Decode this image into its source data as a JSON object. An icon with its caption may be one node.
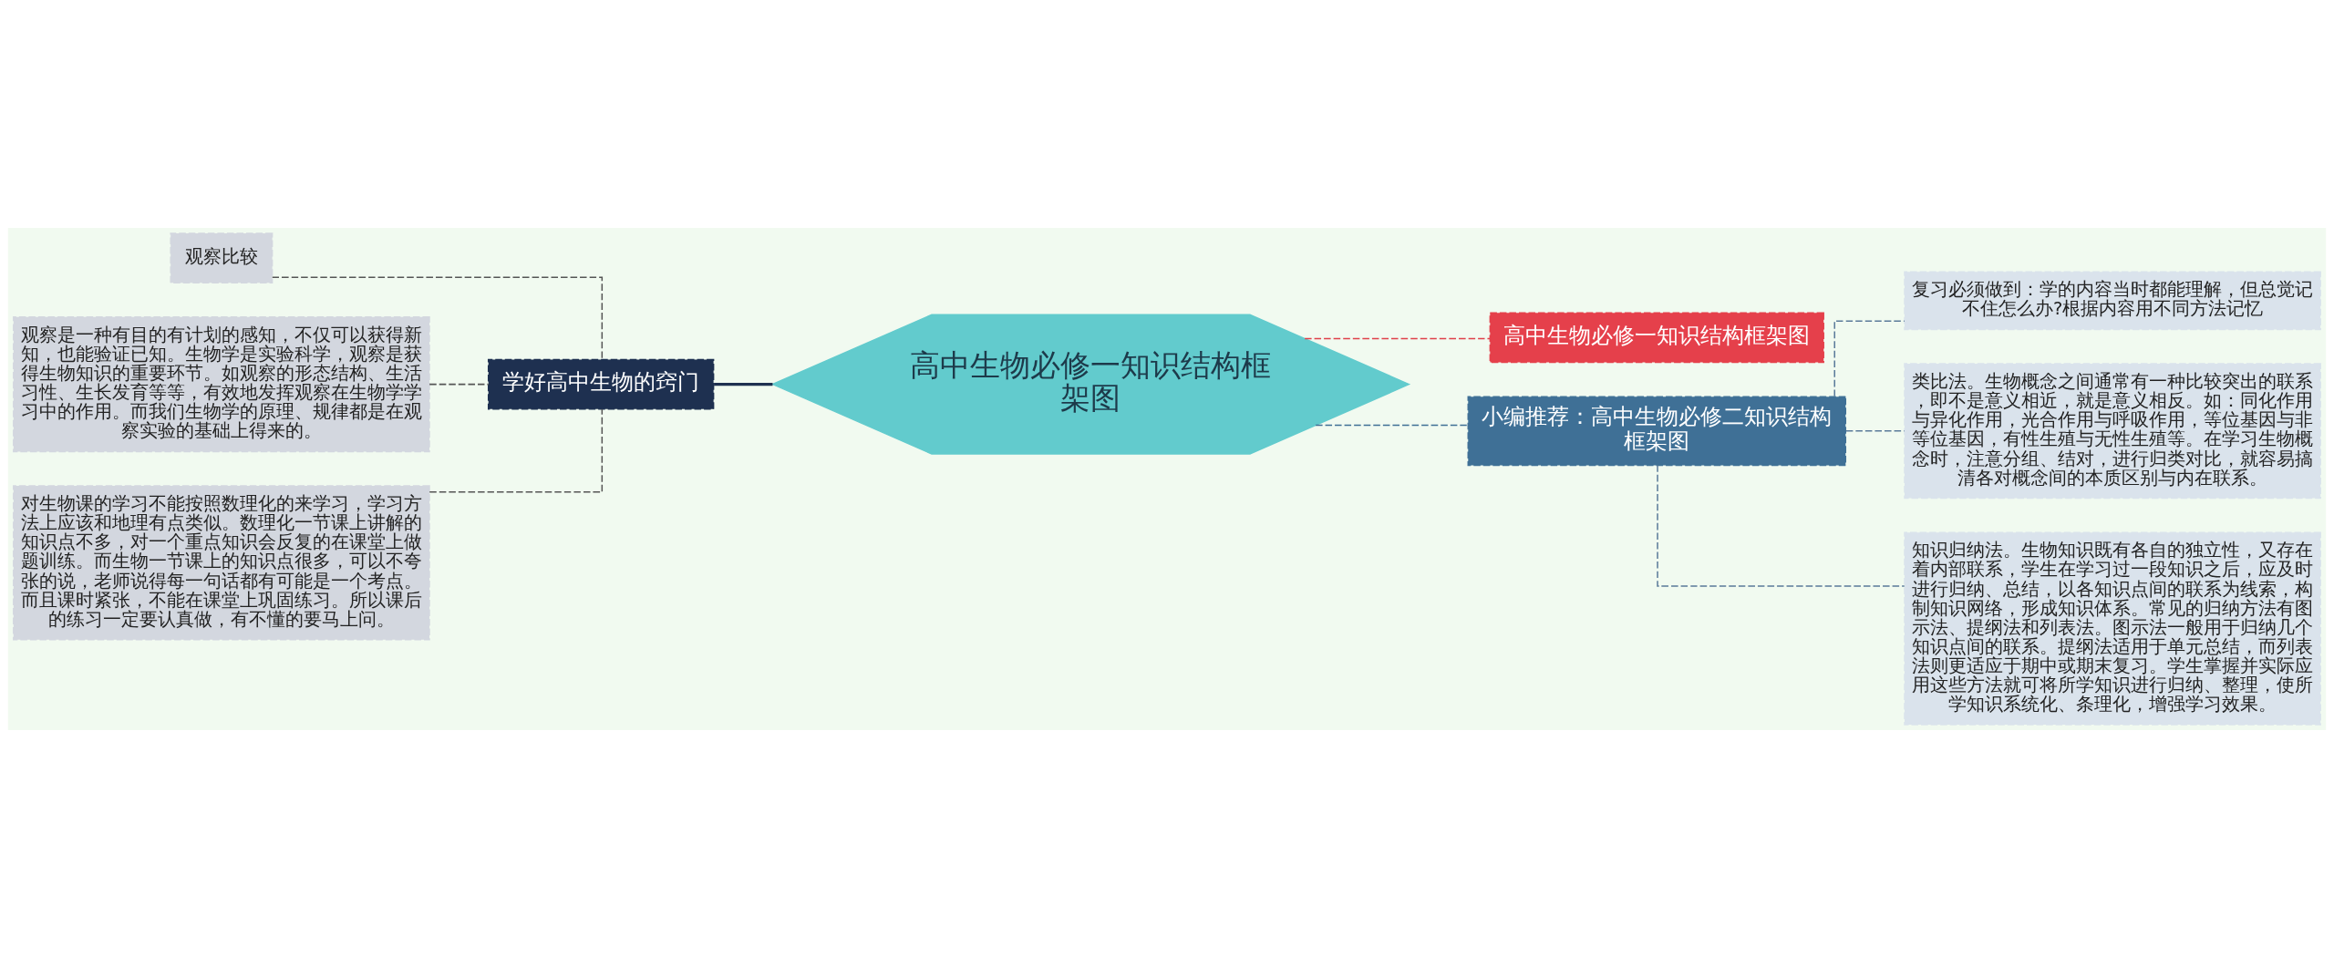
{
  "diagram": {
    "nodes": [
      {
        "text": [
          "高中生物必修一知识结构框架图"
        ]
      },
      {
        "text": [
          "学好高中生物的窍门"
        ]
      },
      {
        "text": [
          "观察比较"
        ]
      },
      {
        "text": [
          "观察是一种有目的有计划的感知，不仅可以获得新知，也能验证已知。生物学是实验科学，观察是获得生物知识的重要环节。如观察的形态结构、生活习性、生长发育等等，有效地发挥观察在生物学学习中的作用。而我们生物学的原理、规律都是在观察实验的基础上得来的。"
        ]
      },
      {
        "text": [
          "对生物课的学习不能按照数理化的来学习，学习方法上应该和地理有点类似。数理化一节课上讲解的知识点不多，对一个重点知识会反复的在课堂上做题训练。而生物一节课上的知识点很多，可以不夸张的说，老师说得每一句话都有可能是一个考点。而且课时紧张，不能在课堂上巩固练习。所以课后的练习一定要认真做，有不懂的要马上问。"
        ]
      },
      {
        "text": [
          "高中生物必修一知识结构框架图"
        ]
      },
      {
        "text": [
          "小编推荐：高中生物必修二知识结构框架图"
        ]
      },
      {
        "text": [
          "复习必须做到：学的内容当时都能理解，但总觉记不住怎么办?根据内容用不同方法记忆"
        ]
      },
      {
        "text": [
          "类比法。生物概念之间通常有一种比较突出的联系，即不是意义相近，就是意义相反。如：同化作用与异化作用，光合作用与呼吸作用，等位基因与非等位基因，有性生殖与无性生殖等。在学习生物概念时，注意分组、结对，进行归类对比，就容易搞清各对概念间的本质区别与内在联系。"
        ]
      },
      {
        "text": [
          "知识归纳法。生物知识既有各自的独立性，又存在着内部联系，学生在学习过一段知识之后，应及时进行归纳、总结，以各知识点间的联系为线索，构制知识网络，形成知识体系。常见的归纳方法有图示法、提纲法和列表法。图示法一般用于归纳几个知识点间的联系。提纲法适用于单元总结，而列表法则更适应于期中或期末复习。学生掌握并实际应用这些方法就可将所学知识进行归纳、整理，使所学知识系统化、条理化，增强学习效果。"
        ]
      }
    ],
    "edges": [
      {
        "from": 0,
        "to": 1,
        "arrow": "none",
        "color": "#1e3050"
      },
      {
        "from": 0,
        "to": 5,
        "arrow": "none",
        "style": "dashed",
        "color": "#e0404a"
      },
      {
        "from": 0,
        "to": 6,
        "arrow": "none",
        "style": "dashed",
        "color": "#3f6f95"
      },
      {
        "from": 1,
        "to": 2,
        "arrow": "none",
        "style": "dashed",
        "color": "#555555"
      },
      {
        "from": 1,
        "to": 3,
        "arrow": "none",
        "style": "dashed",
        "color": "#555555"
      },
      {
        "from": 1,
        "to": 4,
        "arrow": "none",
        "style": "dashed",
        "color": "#555555"
      },
      {
        "from": 6,
        "to": 7,
        "arrow": "none",
        "style": "dashed",
        "color": "#5a7a99"
      },
      {
        "from": 6,
        "to": 8,
        "arrow": "none",
        "style": "dashed",
        "color": "#5a7a99"
      },
      {
        "from": 6,
        "to": 9,
        "arrow": "none",
        "style": "dashed",
        "color": "#5a7a99"
      }
    ]
  }
}
